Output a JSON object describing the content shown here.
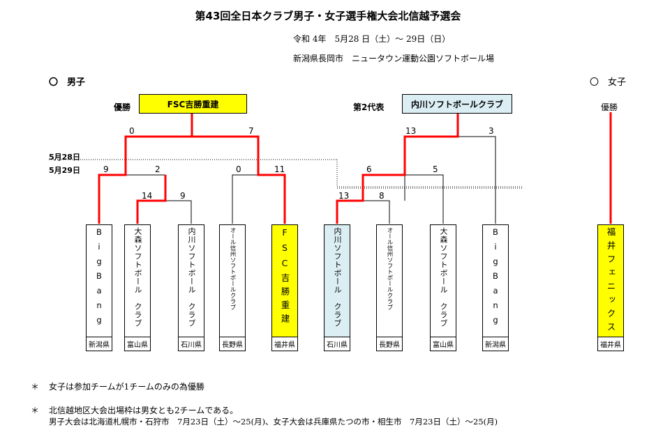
{
  "header": {
    "title": "第43回全日本クラブ男子・女子選手権大会北信越予選会",
    "date": "令和 4年　5月28 日（土）～ 29日（日）",
    "venue": "新潟県長岡市　ニュータウン運動公園ソフトボール場"
  },
  "sections": {
    "men": "〇　男子",
    "women": "〇　女子"
  },
  "men": {
    "champion_label": "優勝",
    "champion_team": "FSC吉勝重建",
    "second_label": "第2代表",
    "second_team": "内川ソフトボールクラブ",
    "day1": "5月28日",
    "day2": "5月29日"
  },
  "women": {
    "champion_label": "優勝"
  },
  "scores": {
    "final_left": "0",
    "final_right": "7",
    "semi1_left": "9",
    "semi1_right": "2",
    "qf1_left": "14",
    "qf1_right": "9",
    "semi2_left": "0",
    "semi2_right": "11",
    "final2_left": "13",
    "final2_right": "3",
    "sf3_left": "6",
    "sf3_right": "5",
    "qf3_left": "13",
    "qf3_right": "8"
  },
  "teams": [
    {
      "name": "BigBang",
      "pref": "新潟県",
      "style": "latin",
      "highlight": "none"
    },
    {
      "name": "大森ソフトボール　クラブ",
      "pref": "富山県",
      "style": "normal",
      "highlight": "none"
    },
    {
      "name": "内川ソフトボール　クラブ",
      "pref": "石川県",
      "style": "normal",
      "highlight": "none"
    },
    {
      "name": "オール信州ソフトボールクラブ",
      "pref": "長野県",
      "style": "small",
      "highlight": "none"
    },
    {
      "name": "FSC吉勝重建",
      "pref": "福井県",
      "style": "big",
      "highlight": "gold"
    },
    {
      "name": "内川ソフトボール　クラブ",
      "pref": "石川県",
      "style": "normal",
      "highlight": "blue"
    },
    {
      "name": "オール信州ソフトボールクラブ",
      "pref": "長野県",
      "style": "small",
      "highlight": "none"
    },
    {
      "name": "大森ソフトボール　クラブ",
      "pref": "富山県",
      "style": "normal",
      "highlight": "none"
    },
    {
      "name": "BigBang",
      "pref": "新潟県",
      "style": "latin",
      "highlight": "none"
    },
    {
      "name": "福井フェニックス",
      "pref": "福井県",
      "style": "big",
      "highlight": "gold"
    }
  ],
  "notes": [
    {
      "mark": "＊",
      "lines": [
        "女子は参加チームが1チームのみの為優勝"
      ]
    },
    {
      "mark": "＊",
      "lines": [
        "北信越地区大会出場枠は男女とも2チームである。",
        "男子大会は北海道札幌市・石狩市　7月23日（土）～25(月)、女子大会は兵庫県たつの市・相生市　7月23日（土）～25(月)"
      ]
    }
  ],
  "colors": {
    "winner_line": "#ff0000",
    "champion_fill": "#ffff00",
    "second_fill": "#dbeef4"
  }
}
